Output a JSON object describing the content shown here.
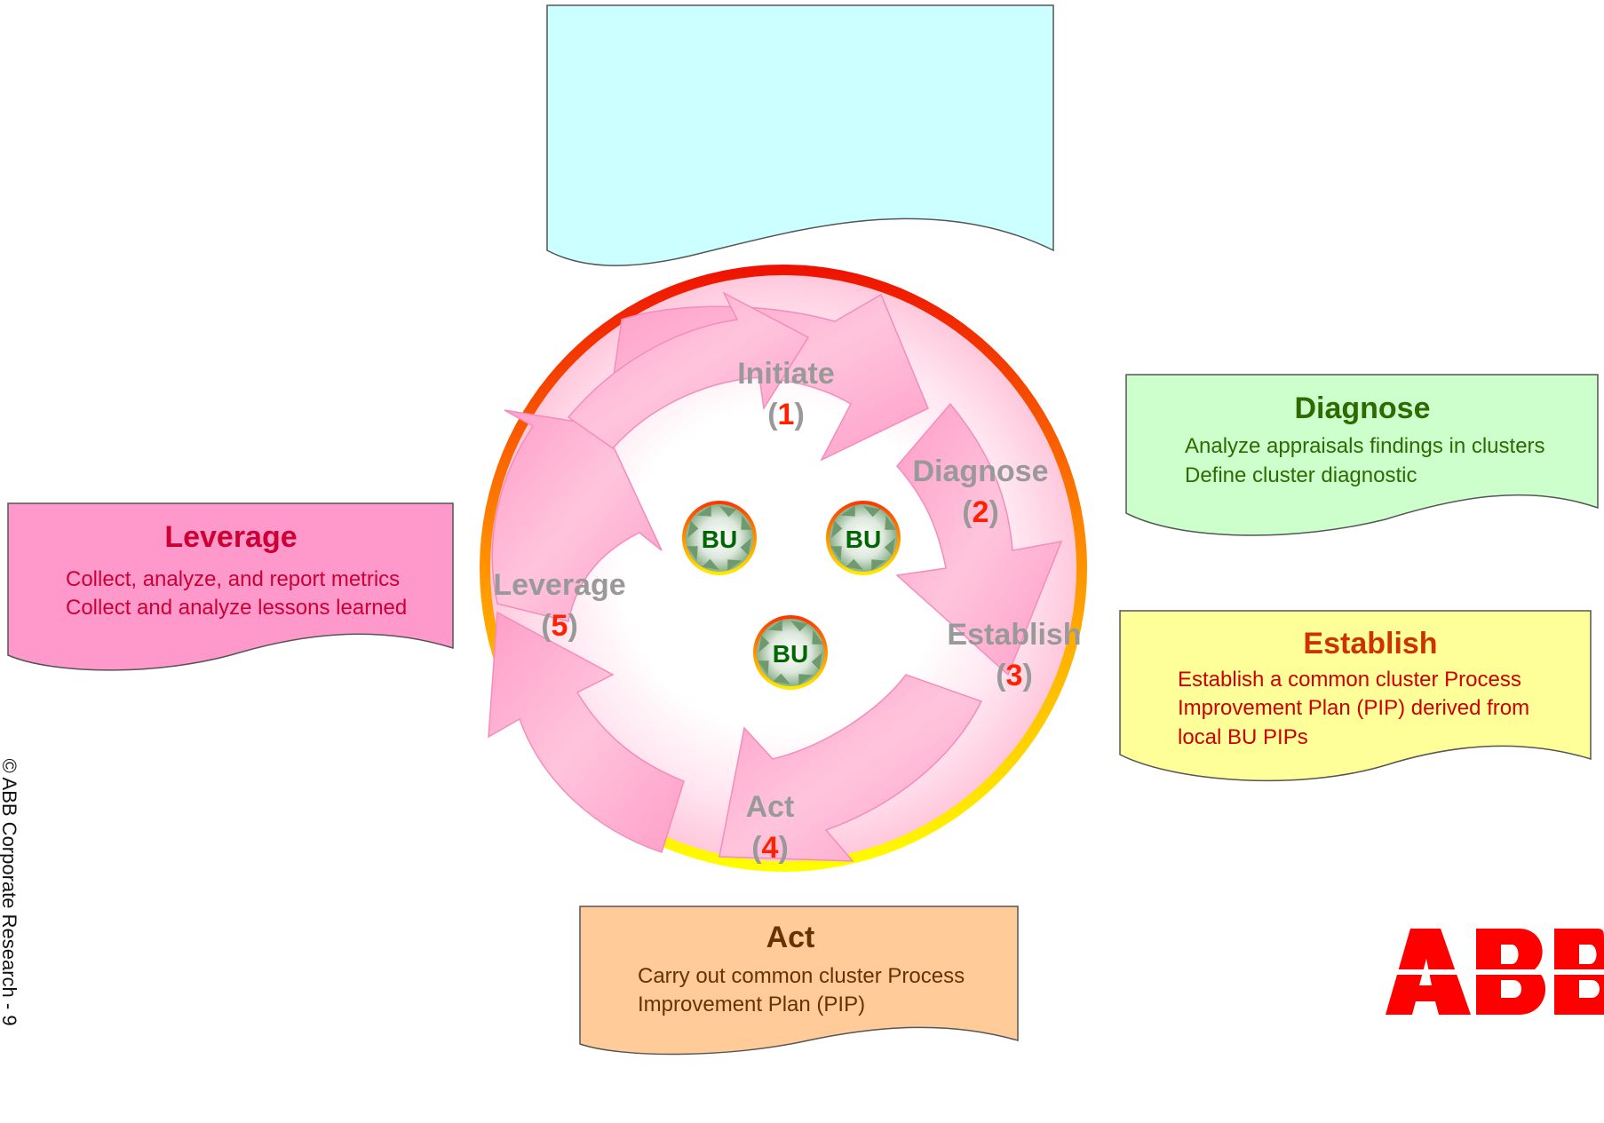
{
  "cycle": {
    "steps": [
      {
        "label": "Initiate",
        "open": "(",
        "number": "1",
        "close": ")"
      },
      {
        "label": "Diagnose",
        "open": "(",
        "number": "2",
        "close": ")"
      },
      {
        "label": "Establish",
        "open": "(",
        "number": "3",
        "close": ")"
      },
      {
        "label": "Act",
        "open": "(",
        "number": "4",
        "close": ")"
      },
      {
        "label": "Leverage",
        "open": "(",
        "number": "5",
        "close": ")"
      }
    ],
    "bu_label": "BU"
  },
  "callouts": {
    "diagnose": {
      "title": "Diagnose",
      "lines": [
        "Analyze appraisals findings in clusters",
        "Define cluster diagnostic"
      ],
      "fill": "#ccffcc",
      "title_color": "#2d6a00",
      "text_color": "#2d6a00"
    },
    "establish": {
      "title": "Establish",
      "lines": [
        "Establish a common cluster Process",
        "Improvement Plan (PIP) derived from",
        "local BU PIPs"
      ],
      "fill": "#ffff99",
      "title_color": "#cc3300",
      "text_color": "#cc0000"
    },
    "act": {
      "title": "Act",
      "lines": [
        "Carry out common cluster Process",
        "Improvement Plan (PIP)"
      ],
      "fill": "#ffcc99",
      "title_color": "#663300",
      "text_color": "#663300"
    },
    "leverage": {
      "title": "Leverage",
      "lines": [
        "Collect, analyze, and report metrics",
        "Collect and analyze lessons learned"
      ],
      "fill": "#ff99cc",
      "title_color": "#cc0033",
      "text_color": "#cc0033"
    },
    "initiate": {
      "fill": "#ccffff"
    }
  },
  "colors": {
    "ring_top": "#ee1100",
    "ring_bottom": "#ffff00",
    "arrow_fill": "#ffaacc",
    "step_label": "#999999",
    "step_number": "#ff2200"
  },
  "logo": {
    "text": "ABB",
    "color": "#ff0000"
  },
  "footer": {
    "copyright": "© ABB Corporate Research - 9"
  }
}
